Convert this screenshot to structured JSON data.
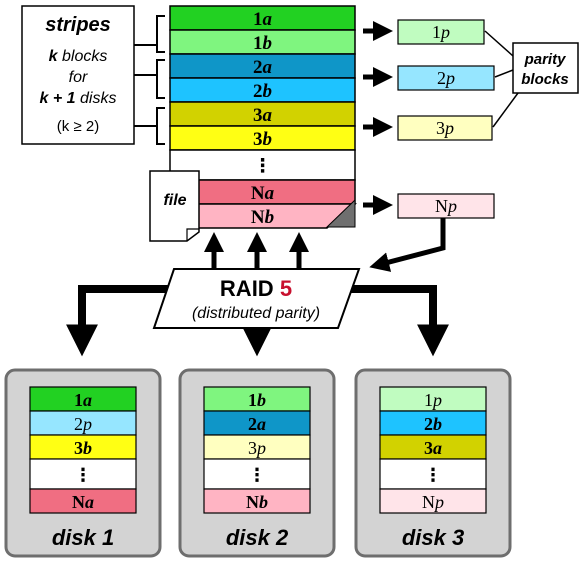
{
  "colors": {
    "green": "#22d122",
    "light_green": "#7ff57f",
    "blue": "#0f96c8",
    "light_blue": "#1ec3ff",
    "olive": "#d2d200",
    "yellow": "#ffff14",
    "red": "#f06e82",
    "pink": "#ffb4c3",
    "parity_green": "#c0fcc0",
    "parity_blue": "#96e6ff",
    "parity_yellow": "#ffffc0",
    "parity_pink": "#ffe4e9",
    "disk_bg": "#d3d3d3",
    "disk_border": "#6e6e6e"
  },
  "legend": {
    "title": "stripes",
    "line_k_bold": "k",
    "line_k_rest": " blocks",
    "line_for": "for",
    "line_k1_bold": "k + 1",
    "line_k1_rest": " disks",
    "line_cond": "(k ≥ 2)"
  },
  "stack": {
    "rows": [
      {
        "label": "1a",
        "color": "green"
      },
      {
        "label": "1b",
        "color": "light_green"
      },
      {
        "label": "2a",
        "color": "blue"
      },
      {
        "label": "2b",
        "color": "light_blue"
      },
      {
        "label": "3a",
        "color": "olive"
      },
      {
        "label": "3b",
        "color": "yellow"
      },
      {
        "label": "⋮",
        "color": "white"
      },
      {
        "label": "Na",
        "color": "red"
      },
      {
        "label": "Nb",
        "color": "pink"
      }
    ],
    "file_label": "file"
  },
  "parity": {
    "boxes": [
      {
        "label": "1p",
        "color": "parity_green"
      },
      {
        "label": "2p",
        "color": "parity_blue"
      },
      {
        "label": "3p",
        "color": "parity_yellow"
      },
      {
        "label": "Np",
        "color": "parity_pink"
      }
    ],
    "label_line1": "parity",
    "label_line2": "blocks"
  },
  "raid": {
    "title": "RAID ",
    "level": "5",
    "subtitle": "(distributed parity)",
    "level_color": "#c8102e"
  },
  "disks": [
    {
      "label": "disk 1",
      "blocks": [
        {
          "label": "1a",
          "color": "green",
          "bold": true
        },
        {
          "label": "2p",
          "color": "parity_blue",
          "bold": false
        },
        {
          "label": "3b",
          "color": "yellow",
          "bold": true
        },
        {
          "label": "⋮",
          "color": "white",
          "bold": true
        },
        {
          "label": "Na",
          "color": "red",
          "bold": true
        }
      ]
    },
    {
      "label": "disk 2",
      "blocks": [
        {
          "label": "1b",
          "color": "light_green",
          "bold": true
        },
        {
          "label": "2a",
          "color": "blue",
          "bold": true
        },
        {
          "label": "3p",
          "color": "parity_yellow",
          "bold": false
        },
        {
          "label": "⋮",
          "color": "white",
          "bold": true
        },
        {
          "label": "Nb",
          "color": "pink",
          "bold": true
        }
      ]
    },
    {
      "label": "disk 3",
      "blocks": [
        {
          "label": "1p",
          "color": "parity_green",
          "bold": false
        },
        {
          "label": "2b",
          "color": "light_blue",
          "bold": true
        },
        {
          "label": "3a",
          "color": "olive",
          "bold": true
        },
        {
          "label": "⋮",
          "color": "white",
          "bold": true
        },
        {
          "label": "Np",
          "color": "parity_pink",
          "bold": false
        }
      ]
    }
  ]
}
